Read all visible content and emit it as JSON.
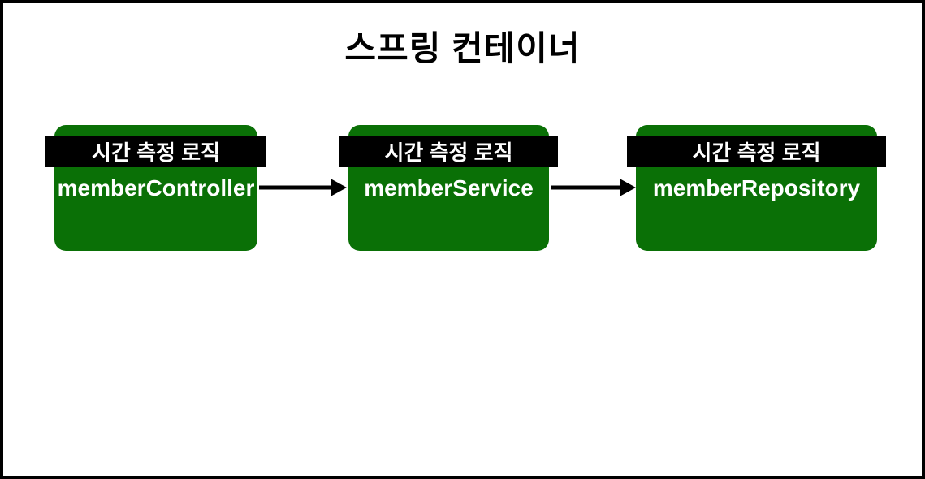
{
  "page": {
    "title": "스프링 컨테이너"
  },
  "diagram": {
    "nodes": [
      {
        "banner": "시간 측정 로직",
        "label": "memberController"
      },
      {
        "banner": "시간 측정 로직",
        "label": "memberService"
      },
      {
        "banner": "시간 측정 로직",
        "label": "memberRepository"
      }
    ],
    "arrows": [
      {
        "from": "memberController",
        "to": "memberService"
      },
      {
        "from": "memberService",
        "to": "memberRepository"
      }
    ],
    "colors": {
      "node_fill": "#0a7006",
      "banner_background": "#000000",
      "node_text": "#ffffff",
      "title_text": "#000000",
      "canvas_border": "#000000",
      "arrow": "#000000"
    }
  }
}
